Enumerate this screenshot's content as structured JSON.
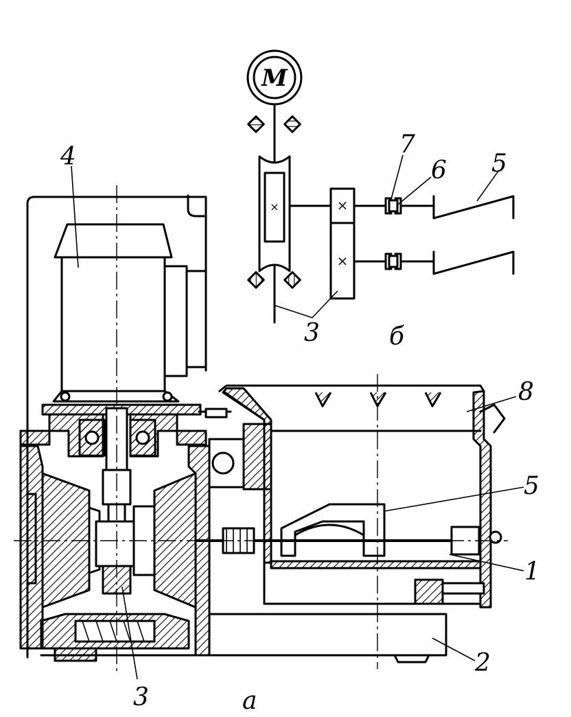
{
  "motor_symbol": "M",
  "view_labels": {
    "a": "а",
    "b": "б"
  },
  "callouts": [
    "1",
    "2",
    "3",
    "4",
    "5",
    "6",
    "7",
    "8"
  ]
}
